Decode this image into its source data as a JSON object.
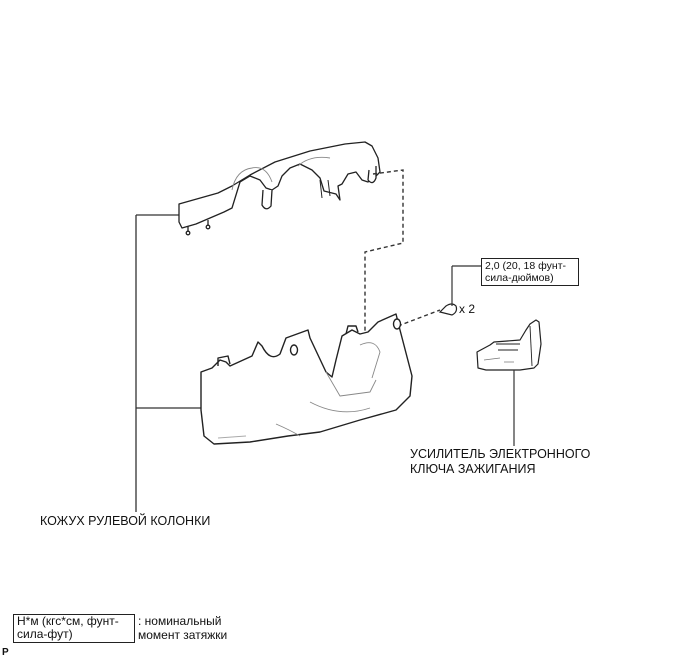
{
  "diagram": {
    "parts": [
      {
        "id": "upper-column-cover",
        "label": ""
      },
      {
        "id": "lower-column-cover",
        "label": ""
      },
      {
        "id": "screw",
        "quantity_label": "x 2"
      },
      {
        "id": "transponder-key-amplifier",
        "label": ""
      }
    ],
    "callouts": {
      "steering_column_cover": "КОЖУХ РУЛЕВОЙ КОЛОНКИ",
      "amplifier_line1": "УСИЛИТЕЛЬ ЭЛЕКТРОННОГО",
      "amplifier_line2": "КЛЮЧА ЗАЖИГАНИЯ",
      "screw_qty": "x 2"
    },
    "torque": {
      "line1": "2,0 (20, 18 фунт-",
      "line2": "сила-дюймов)"
    },
    "legend": {
      "box_line1": "Н*м (кгс*см, фунт-",
      "box_line2": "сила-фут)",
      "desc_line1": ": номинальный",
      "desc_line2": "момент затяжки"
    },
    "corner_mark": "P"
  }
}
